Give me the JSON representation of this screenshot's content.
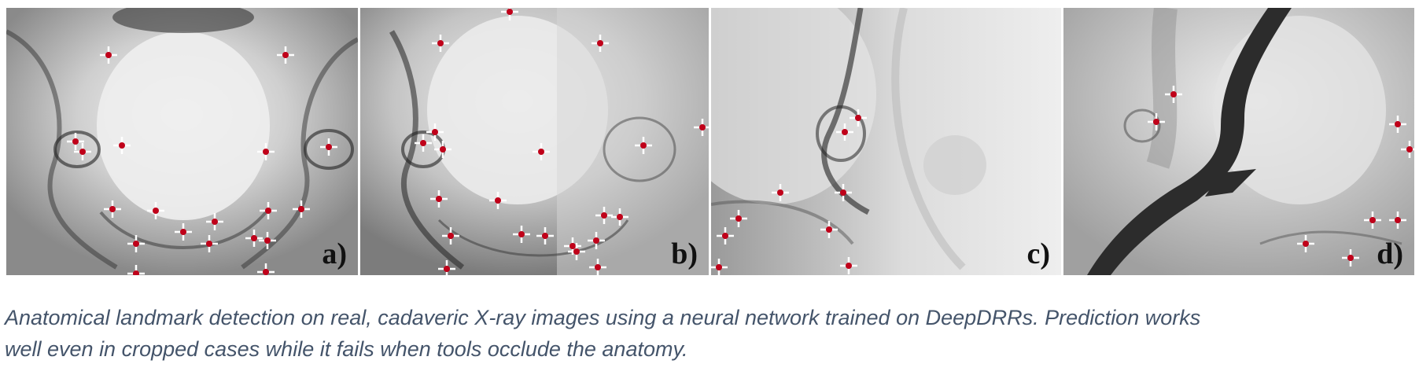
{
  "figure": {
    "panels": [
      {
        "label": "a)"
      },
      {
        "label": "b)"
      },
      {
        "label": "c)"
      },
      {
        "label": "d)"
      }
    ],
    "caption_line1": "Anatomical landmark detection on real, cadaveric X-ray images using a neural network trained on DeepDRRs. Prediction works",
    "caption_line2": "well even in cropped cases while it fails when tools occlude the anatomy.",
    "marker_color": "#c0001a",
    "marker_cross_color": "#ffffff"
  }
}
